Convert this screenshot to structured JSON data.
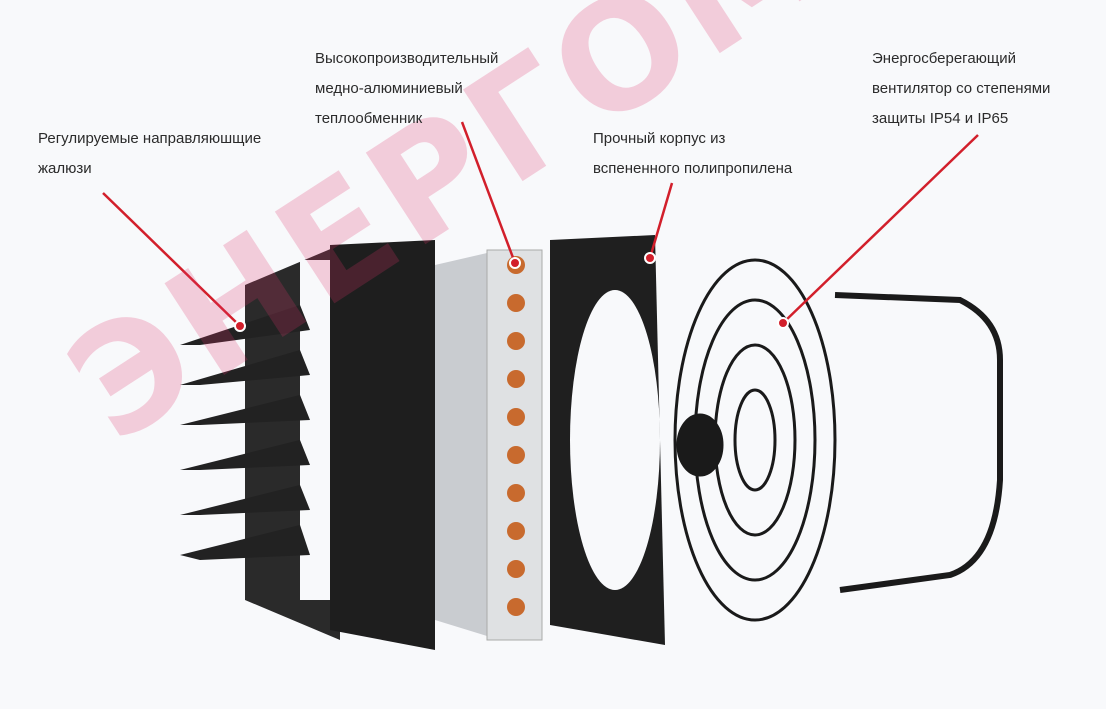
{
  "labels": {
    "louvers": [
      "Регулируемые направляюшщие",
      "жалюзи"
    ],
    "heat_exchanger": [
      "Высокопроизводительный",
      "медно-алюминиевый",
      "теплообменник"
    ],
    "housing": [
      "Прочный корпус из",
      "вспененного полипропилена"
    ],
    "fan": [
      "Энергосберегающий",
      "вентилятор со степенями",
      "защиты IP54 и IP65"
    ]
  },
  "watermark": "ЭНЕРГОМИР",
  "colors": {
    "leader": "#d21f2b",
    "watermark": "#e0336a",
    "copper": "#c86a2e"
  }
}
